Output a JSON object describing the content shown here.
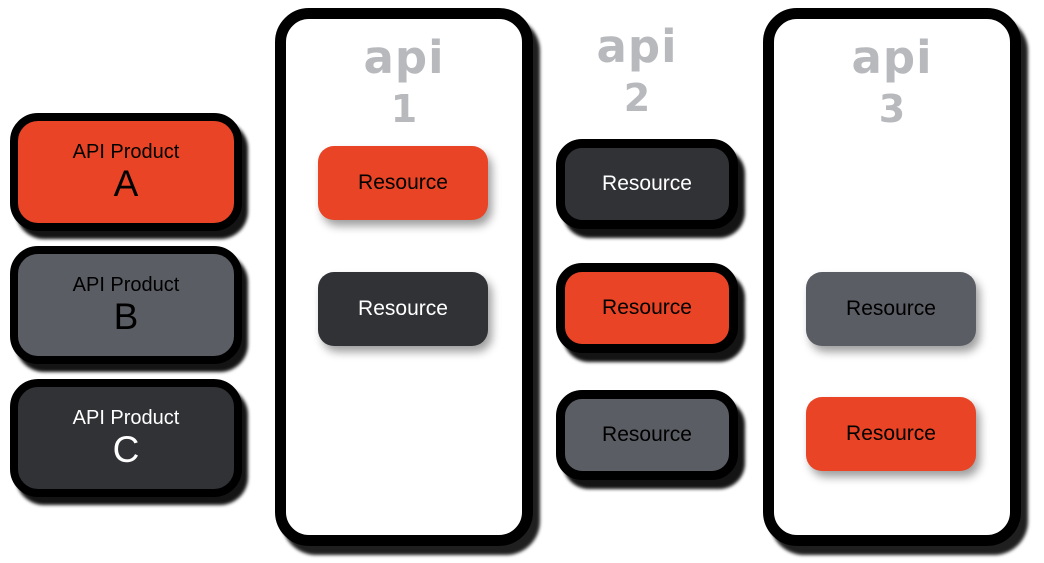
{
  "palette": {
    "orange": {
      "bg": "#e84425",
      "text": "#000000"
    },
    "gray": {
      "bg": "#5b5d64",
      "text": "#000000"
    },
    "dark": {
      "bg": "#303236",
      "text": "#ffffff"
    },
    "label_gray": "#b7b9bd",
    "border_black": "#000000",
    "background": "#ffffff"
  },
  "products": [
    {
      "line1": "API Product",
      "line2": "A",
      "variant": "orange"
    },
    {
      "line1": "API Product",
      "line2": "B",
      "variant": "gray"
    },
    {
      "line1": "API Product",
      "line2": "C",
      "variant": "dark"
    }
  ],
  "apis": [
    {
      "word": "api",
      "number": "1",
      "has_container": true,
      "resources": [
        {
          "label": "Resource",
          "variant": "orange"
        },
        {
          "label": "Resource",
          "variant": "dark"
        }
      ]
    },
    {
      "word": "api",
      "number": "2",
      "has_container": false,
      "resources": [
        {
          "label": "Resource",
          "variant": "dark"
        },
        {
          "label": "Resource",
          "variant": "orange"
        },
        {
          "label": "Resource",
          "variant": "gray"
        }
      ]
    },
    {
      "word": "api",
      "number": "3",
      "has_container": true,
      "resources": [
        {
          "label": "Resource",
          "variant": "gray"
        },
        {
          "label": "Resource",
          "variant": "orange"
        }
      ]
    }
  ]
}
